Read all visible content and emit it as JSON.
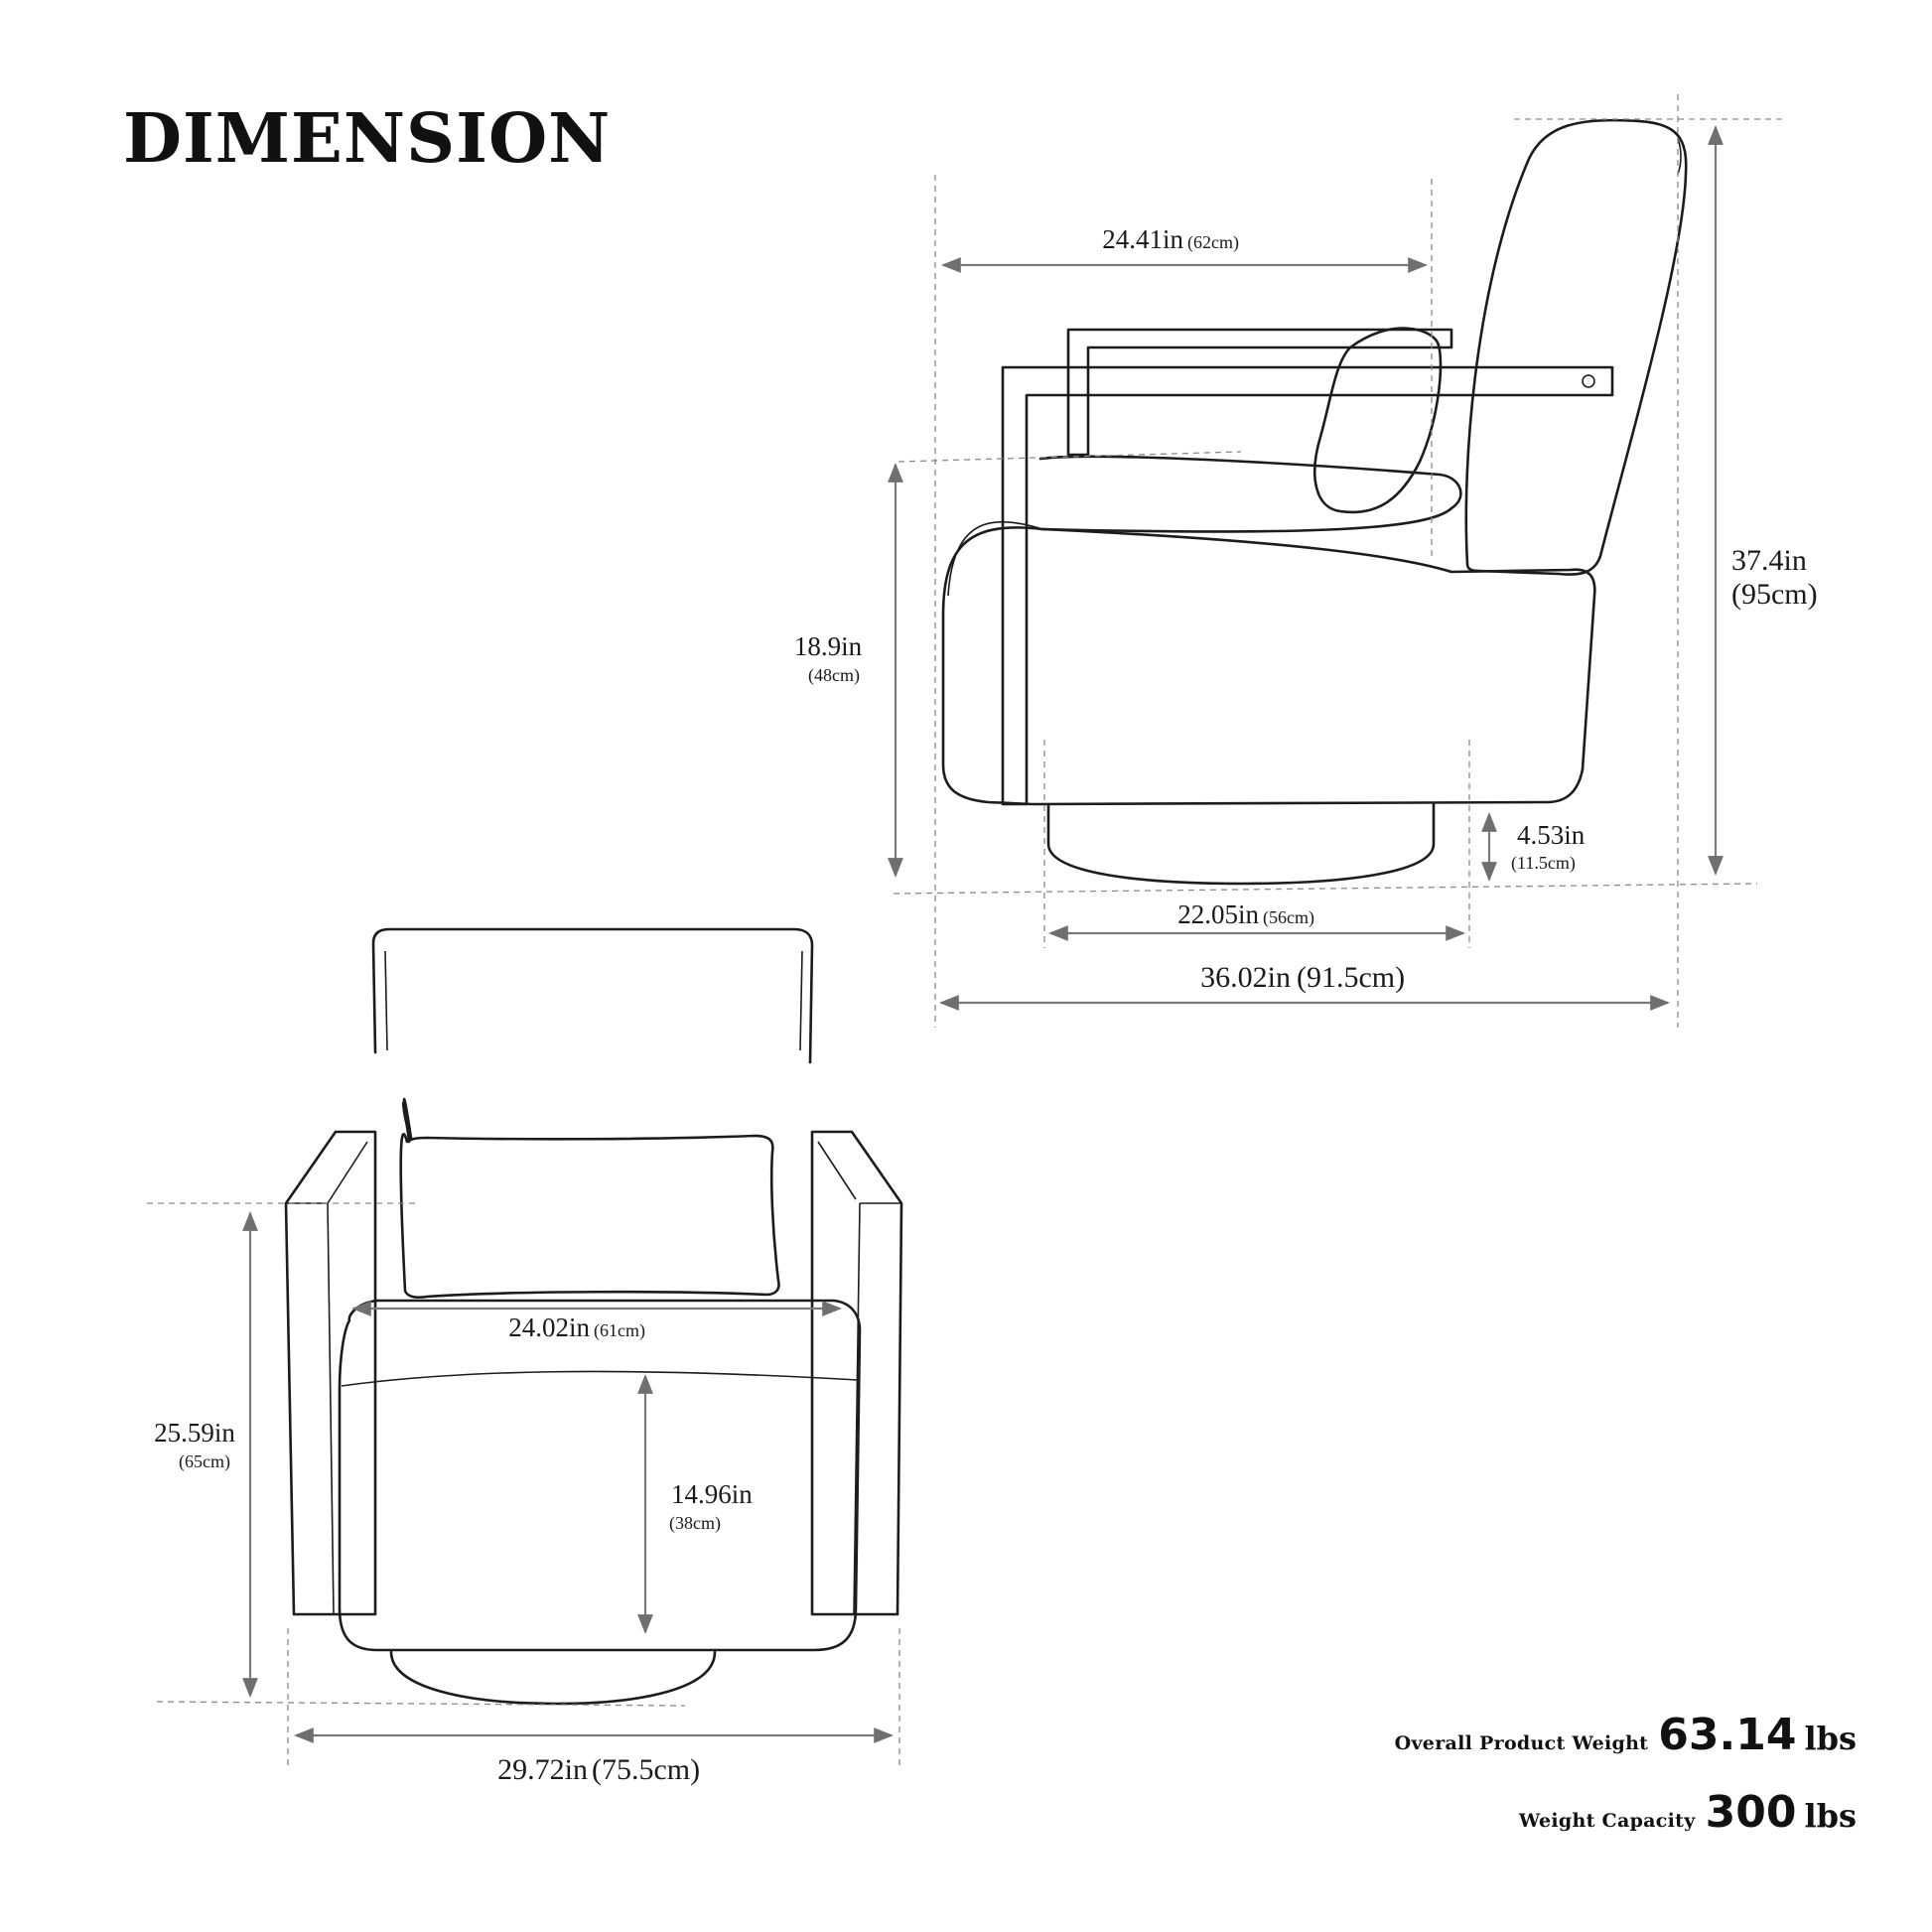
{
  "title": "DIMENSION",
  "side_view": {
    "arm_depth": {
      "main": "24.41in",
      "sub": "(62cm)"
    },
    "seat_height": {
      "main": "18.9in",
      "sub": "(48cm)"
    },
    "total_height": {
      "main": "37.4in",
      "sub": "(95cm)"
    },
    "base_height": {
      "main": "4.53in",
      "sub": "(11.5cm)"
    },
    "base_width": {
      "main": "22.05in",
      "sub": "(56cm)"
    },
    "total_depth": {
      "main": "36.02in",
      "sub": "(91.5cm)"
    }
  },
  "front_view": {
    "seat_width": {
      "main": "24.02in",
      "sub": "(61cm)"
    },
    "arm_height": {
      "main": "25.59in",
      "sub": "(65cm)"
    },
    "seat_depth": {
      "main": "14.96in",
      "sub": "(38cm)"
    },
    "total_width": {
      "main": "29.72in",
      "sub": "(75.5cm)"
    }
  },
  "weights": {
    "product_label": "Overall Product Weight",
    "product_value": "63.14",
    "product_unit": "lbs",
    "capacity_label": "Weight Capacity",
    "capacity_value": "300",
    "capacity_unit": "lbs"
  }
}
